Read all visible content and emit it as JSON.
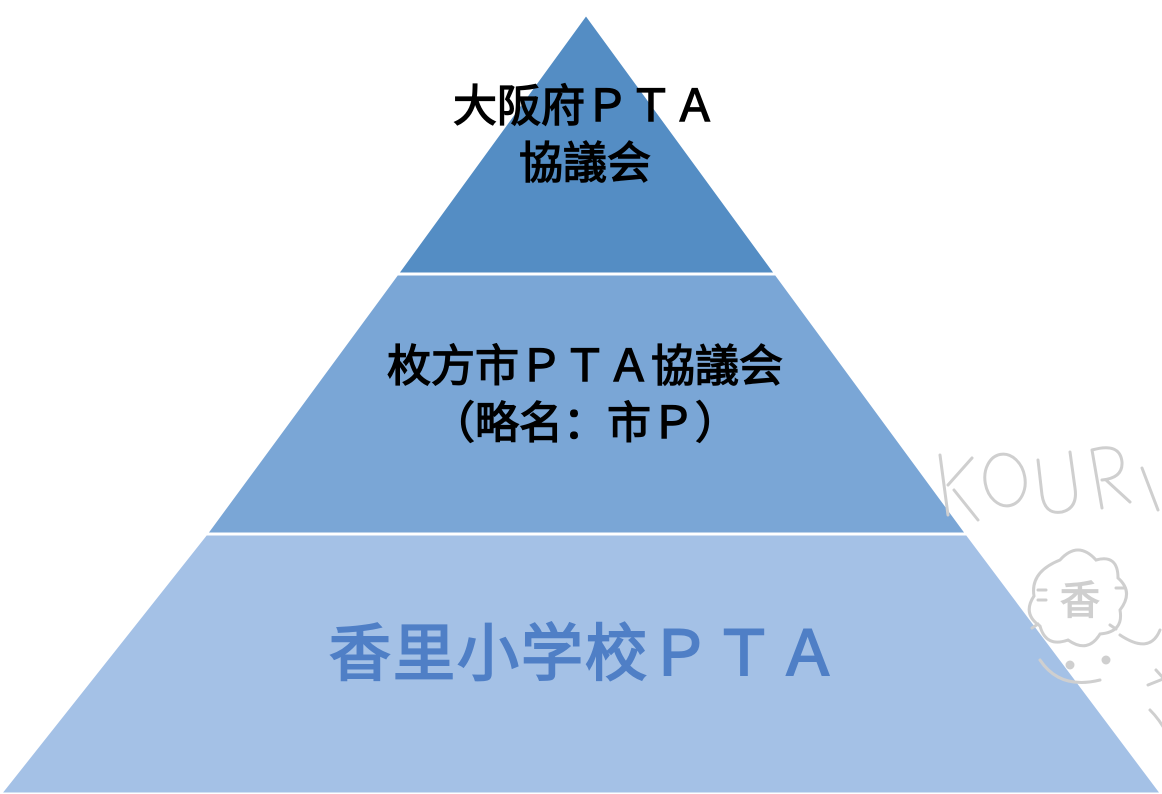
{
  "pyramid": {
    "tiers": [
      {
        "id": "top",
        "lines": [
          "大阪府ＰＴＡ",
          "協議会"
        ],
        "fill": "#548dc4"
      },
      {
        "id": "middle",
        "lines": [
          "枚方市ＰＴＡ協議会",
          "（略名：市Ｐ）"
        ],
        "fill": "#7aa6d6"
      },
      {
        "id": "bottom",
        "lines": [
          "香里小学校ＰＴＡ"
        ],
        "fill": "#a4c1e6",
        "text_color": "#4f7fc6"
      }
    ]
  },
  "watermark": {
    "text": "KOURI",
    "emblem": "香",
    "color": "#c8c8c8"
  }
}
